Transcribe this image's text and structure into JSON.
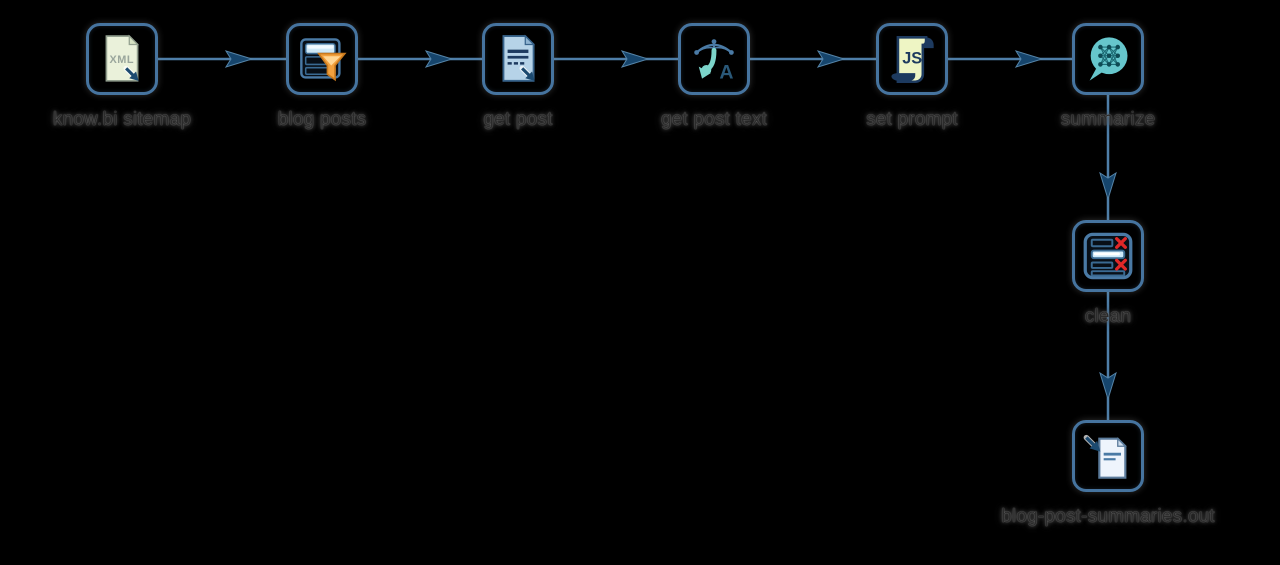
{
  "pipeline": {
    "nodes": [
      {
        "label": "know.bi sitemap",
        "icon": "xml-file-icon",
        "badge": "XML"
      },
      {
        "label": "blog posts",
        "icon": "table-filter-icon"
      },
      {
        "label": "get post",
        "icon": "document-lines-icon"
      },
      {
        "label": "get post text",
        "icon": "html-extract-icon",
        "badge": "A"
      },
      {
        "label": "set prompt",
        "icon": "javascript-scroll-icon",
        "badge": "JS"
      },
      {
        "label": "summarize",
        "icon": "chat-neural-icon"
      },
      {
        "label": "clean",
        "icon": "rows-cleanup-icon"
      },
      {
        "label": "blog-post-summaries.out",
        "icon": "file-output-icon"
      }
    ],
    "connections": [
      {
        "from": "know.bi sitemap",
        "to": "blog posts"
      },
      {
        "from": "blog posts",
        "to": "get post"
      },
      {
        "from": "get post",
        "to": "get post text"
      },
      {
        "from": "get post text",
        "to": "set prompt"
      },
      {
        "from": "set prompt",
        "to": "summarize"
      },
      {
        "from": "summarize",
        "to": "clean"
      },
      {
        "from": "clean",
        "to": "blog-post-summaries.out"
      }
    ]
  },
  "colors": {
    "background": "#000000",
    "node_border": "#46749f",
    "hop_line": "#4e7ea8",
    "hop_arrow": "#16456c",
    "xml_doc_fill": "#eaf1da",
    "doc_blue_fill": "#b6d3e8",
    "funnel_orange": "#f2a13e",
    "scroll_yellow": "#eef5c4",
    "bubble_teal": "#66c6cc",
    "extract_teal": "#7cd4ca",
    "error_red": "#e02828",
    "label_text": "#2b2b2b"
  }
}
